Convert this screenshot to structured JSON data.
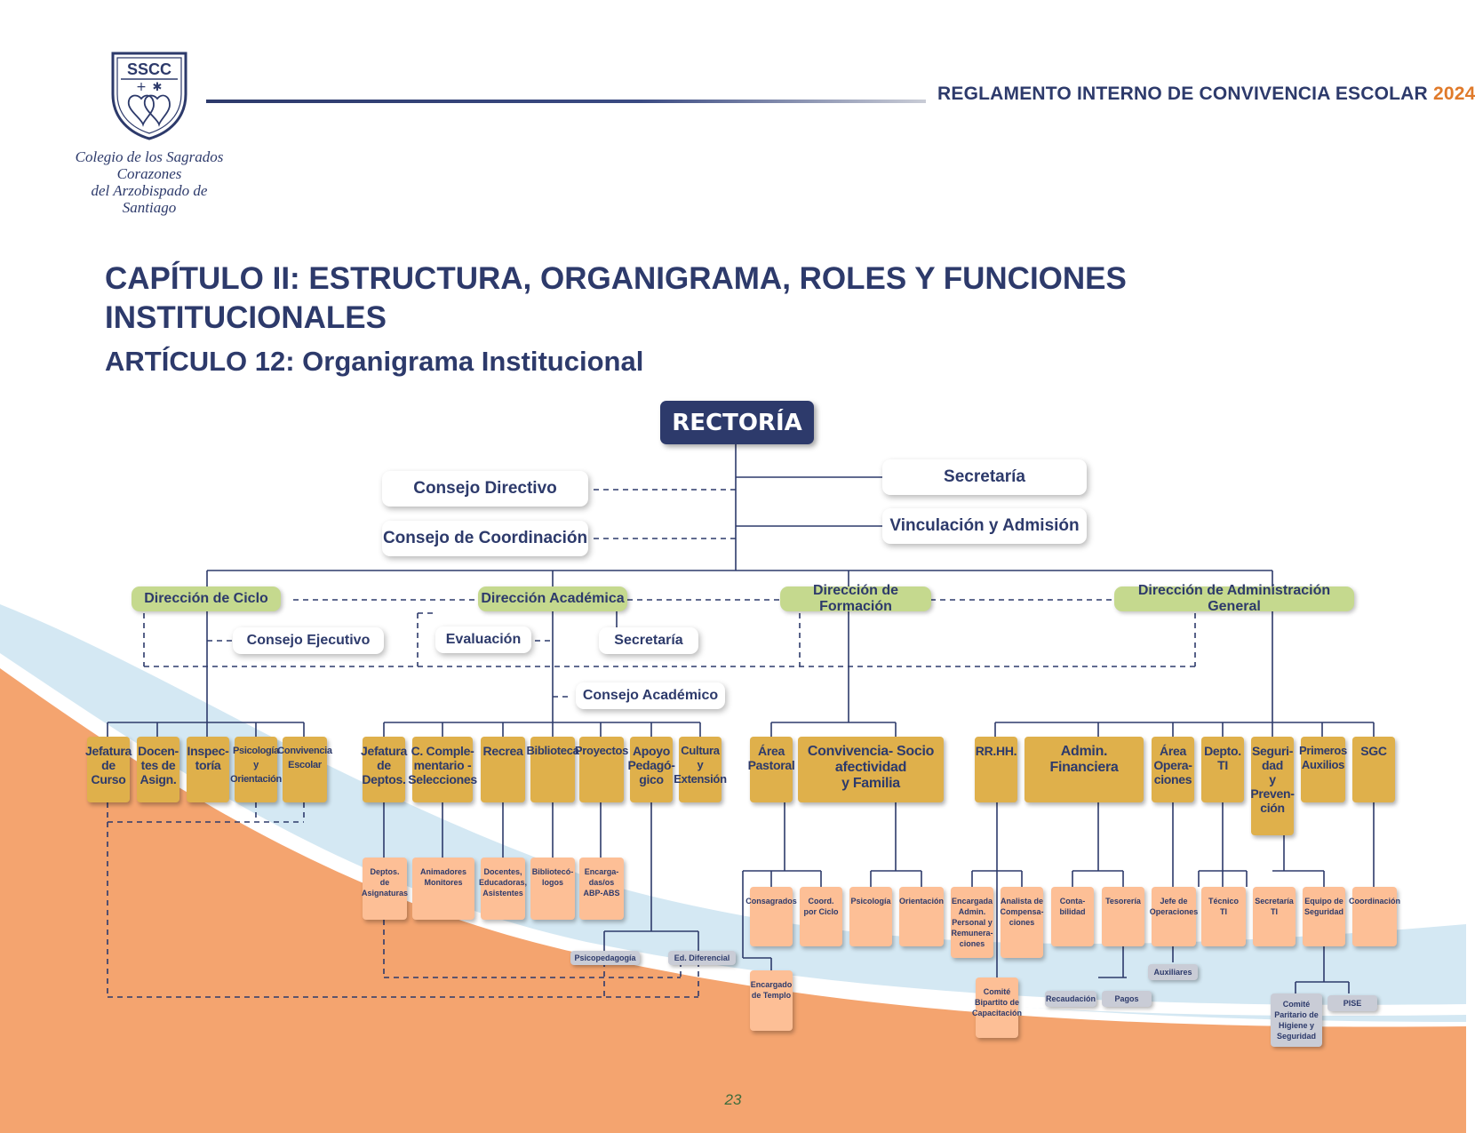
{
  "header": {
    "logo_letters": "SSCC",
    "logo_text": "Colegio de los Sagrados Corazones\ndel Arzobispado de Santiago",
    "title": "REGLAMENTO INTERNO DE CONVIVENCIA ESCOLAR",
    "year": "2024",
    "accent_color": "#e07a2a",
    "brand_color": "#2d3a6b"
  },
  "chapter_title": "CAPÍTULO II: ESTRUCTURA, ORGANIGRAMA, ROLES Y FUNCIONES INSTITUCIONALES",
  "article_title": "ARTÍCULO 12: Organigrama Institucional",
  "org": {
    "rectoria": "RECTORÍA",
    "consejo_directivo": "Consejo Directivo",
    "consejo_coordinacion": "Consejo de Coordinación",
    "secretaria": "Secretaría",
    "vinculacion": "Vinculación y Admisión",
    "direccion_ciclo": "Dirección de Ciclo",
    "direccion_academica": "Dirección Académica",
    "direccion_formacion": "Dirección de Formación",
    "direccion_admin": "Dirección de Administración General",
    "consejo_ejecutivo": "Consejo Ejecutivo",
    "evaluacion": "Evaluación",
    "secretaria_academica": "Secretaría",
    "consejo_academico": "Consejo Académico",
    "ciclo_units": [
      "Jefatura\nde\nCurso",
      "Docen-\ntes de\nAsign.",
      "Inspec-\ntoría",
      "Psicología\ny\nOrientación",
      "Convivencia\nEscolar"
    ],
    "academica_units": [
      "Jefatura\nde\nDeptos.",
      "C. Comple-\nmentario -\nSelecciones",
      "Recrea",
      "Biblioteca",
      "Proyectos",
      "Apoyo\nPedagó-\ngico",
      "Cultura\ny\nExtensión"
    ],
    "formacion_units": [
      "Área\nPastoral",
      "Convivencia- Socio\nafectividad\ny Familia"
    ],
    "admin_units": [
      "RR.HH.",
      "Admin.\nFinanciera",
      "Área\nOpera-\nciones",
      "Depto.\nTI",
      "Seguri-\ndad\ny\nPreven-\nción",
      "Primeros\nAuxilios",
      "SGC"
    ],
    "academica_sub": [
      "Deptos.\nde\nAsignaturas",
      "Animadores\nMonitores",
      "Docentes,\nEducadoras,\nAsistentes",
      "Bibliotecó-\nlogos",
      "Encarga-\ndas/os\nABP-ABS"
    ],
    "apoyo_sub": [
      "Psicopedagogía",
      "Ed. Diferencial"
    ],
    "formacion_sub": [
      "Consagrados",
      "Coord.\npor Ciclo",
      "Psicología",
      "Orientación"
    ],
    "encargado_templo": "Encargado\nde Templo",
    "admin_sub": [
      "Encargada\nAdmin.\nPersonal y\nRemunera-\nciones",
      "Analista de\nCompensa-\nciones",
      "Conta-\nbilidad",
      "Tesorería",
      "Jefe de\nOperaciones",
      "Técnico\nTI",
      "Secretaría\nTI",
      "Equipo de\nSeguridad",
      "Coordinación"
    ],
    "comite_bipartito": "Comité\nBipartito de\nCapacitación",
    "tesoreria_sub": [
      "Recaudación",
      "Pagos"
    ],
    "auxiliares": "Auxiliares",
    "seguridad_sub": [
      "Comité\nParitario de\nHigiene y\nSeguridad",
      "PISE"
    ]
  },
  "colors": {
    "navy": "#2d3a6b",
    "green_box": "#c5d98e",
    "gold_box": "#dfb04b",
    "peach_box": "#fdbf96",
    "grey_box": "#c9ccd6",
    "orange_wave": "#f4a46f",
    "blue_wave": "#d4e8f3"
  },
  "page_number": "23"
}
